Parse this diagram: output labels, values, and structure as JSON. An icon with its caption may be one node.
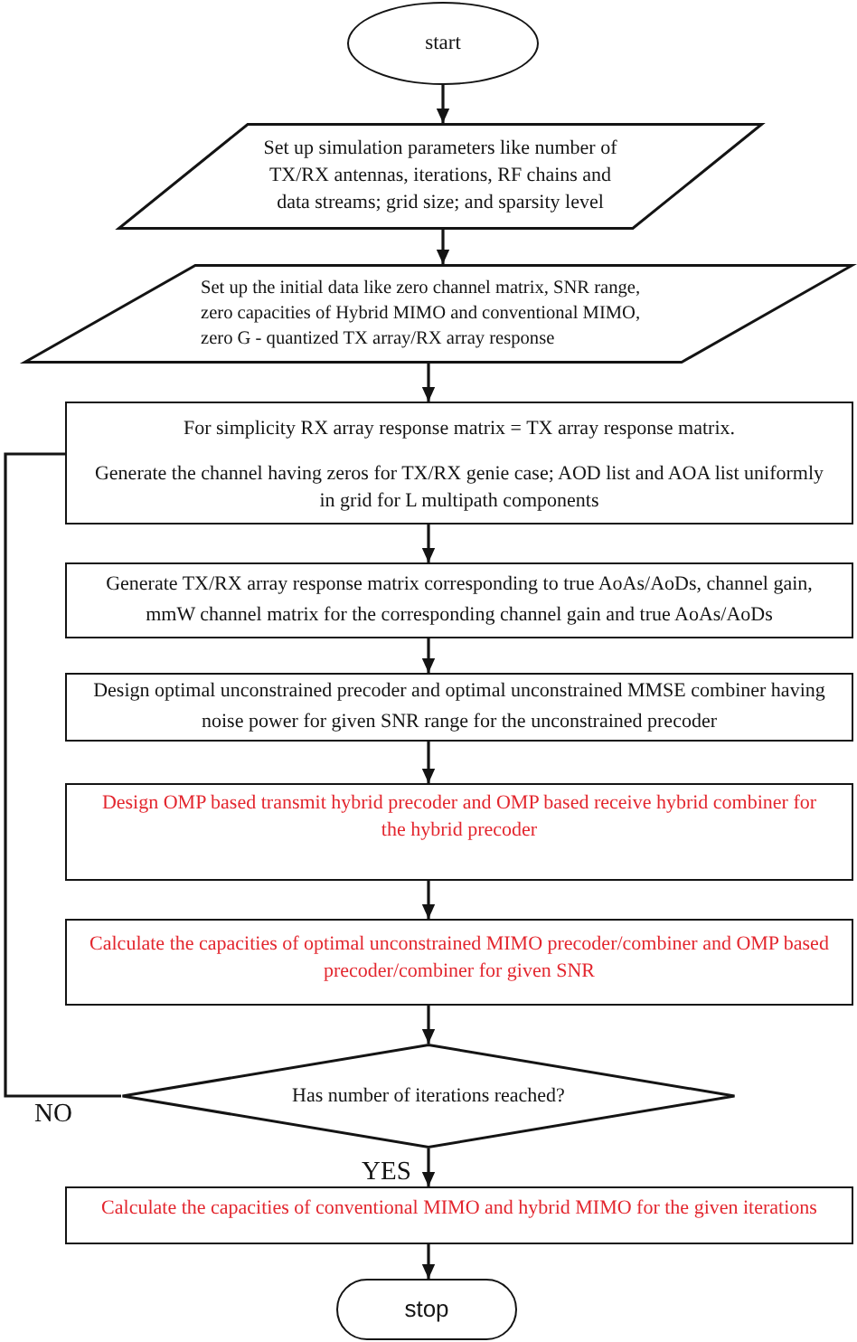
{
  "diagram": {
    "nodes": [
      {
        "text": [
          "start"
        ]
      },
      {
        "text": [
          "Set up simulation parameters like number of TX/RX antennas, iterations, RF chains and data streams; grid size; and sparsity level"
        ]
      },
      {
        "text": [
          "Set up the initial data like zero channel matrix, SNR range, zero capacities of Hybrid MIMO and conventional MIMO, zero G - quantized TX array/RX array response"
        ]
      },
      {
        "text": [
          "For simplicity RX array response matrix = TX array response matrix.",
          "Generate the channel having zeros for TX/RX genie case; AOD list and AOA list uniformly in grid for L multipath components"
        ]
      },
      {
        "text": [
          "Generate TX/RX array response matrix corresponding to true AoAs/AoDs, channel gain, mmW channel matrix for the corresponding channel gain and true AoAs/AoDs"
        ]
      },
      {
        "text": [
          "Design optimal unconstrained precoder and optimal unconstrained MMSE combiner having noise power for given SNR range for the unconstrained precoder"
        ]
      },
      {
        "text": [
          "Design OMP based transmit hybrid precoder and OMP based receive hybrid combiner for the hybrid precoder"
        ]
      },
      {
        "text": [
          "Calculate the capacities of optimal unconstrained MIMO precoder/combiner and OMP based precoder/combiner for given SNR"
        ]
      },
      {
        "text": [
          "Has number of iterations reached?"
        ]
      },
      {
        "text": [
          "Calculate the capacities of conventional MIMO and hybrid MIMO for the given iterations"
        ]
      },
      {
        "text": [
          "stop"
        ]
      }
    ],
    "edges": [
      {
        "from": 0,
        "to": 1,
        "arrow": "to"
      },
      {
        "from": 1,
        "to": 2,
        "arrow": "to"
      },
      {
        "from": 2,
        "to": 3,
        "arrow": "to"
      },
      {
        "from": 3,
        "to": 4,
        "arrow": "to"
      },
      {
        "from": 4,
        "to": 5,
        "arrow": "to"
      },
      {
        "from": 5,
        "to": 6,
        "arrow": "to"
      },
      {
        "from": 6,
        "to": 7,
        "arrow": "to"
      },
      {
        "from": 7,
        "to": 8,
        "arrow": "to"
      },
      {
        "from": 8,
        "to": 3,
        "arrow": "none",
        "label": "NO"
      },
      {
        "from": 8,
        "to": 9,
        "arrow": "to",
        "label": "YES"
      },
      {
        "from": 9,
        "to": 10,
        "arrow": "to"
      }
    ]
  }
}
